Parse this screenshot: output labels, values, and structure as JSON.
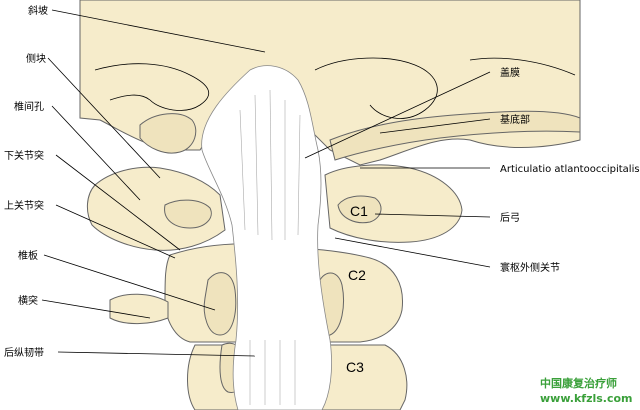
{
  "labels": {
    "xiepo": "斜坡",
    "cekuai": "侧块",
    "zhuijiankong": "椎间孔",
    "xiaguanjietu": "下关节突",
    "shangguanjietu": "上关节突",
    "zhuiban": "椎板",
    "hengtu": "横突",
    "houzongrendai": "后纵韧带",
    "gaimo": "盖膜",
    "jidibu": "基底部",
    "articulatio": "Articulatio atlantooccipitalis",
    "hougong": "后弓",
    "huanshu": "寰枢外侧关节"
  },
  "vertebrae": {
    "c1": "C1",
    "c2": "C2",
    "c3": "C3"
  },
  "watermark": {
    "line1": "中国康复治疗师",
    "line2": "www.kfzls.com"
  },
  "colors": {
    "bone": "#f6eccb",
    "ligament": "#ffffff",
    "watermark": "#3aa03a"
  }
}
